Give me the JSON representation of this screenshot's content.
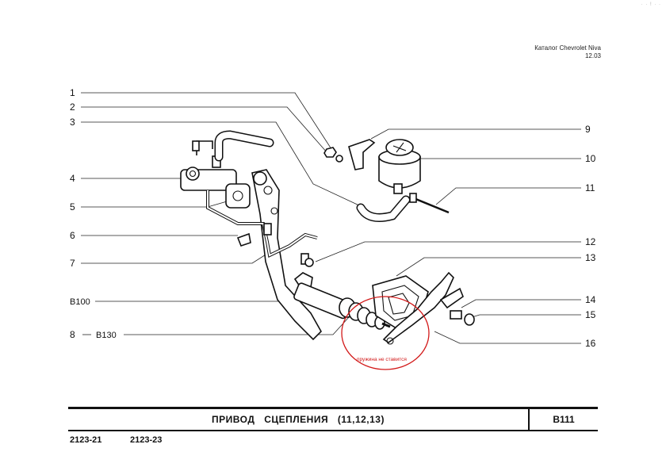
{
  "header": {
    "catalog": "Каталог Chevrolet Niva",
    "date": "12.03"
  },
  "corner_mark": "· · ! · ·",
  "labels": {
    "l1": "1",
    "l2": "2",
    "l3": "3",
    "l4": "4",
    "l5": "5",
    "l6": "6",
    "l7": "7",
    "l8": "8",
    "l9": "9",
    "l10": "10",
    "l11": "11",
    "l12": "12",
    "l13": "13",
    "l14": "14",
    "l15": "15",
    "l16": "16",
    "b100": "В100",
    "b130": "В130"
  },
  "annotation": {
    "text": "пружина не ставится",
    "color": "#d21919"
  },
  "title": {
    "name": "ПРИВОД СЦЕПЛЕНИЯ (11,12,13)",
    "code": "В111"
  },
  "footer": {
    "model1": "2123-21",
    "model2": "2123-23"
  }
}
